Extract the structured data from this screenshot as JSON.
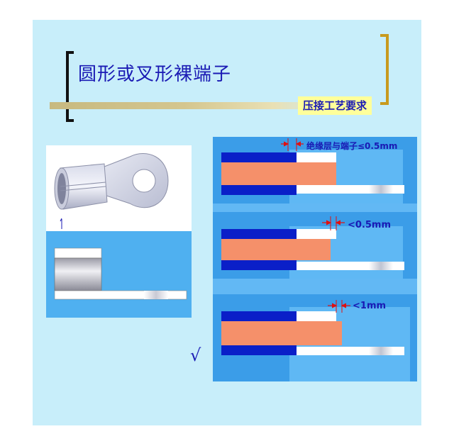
{
  "slide": {
    "title": "圆形或叉形裸端子",
    "badge": "压接工艺要求",
    "check_mark": "√"
  },
  "diagrams": {
    "d1_label": "绝缘层与端子≤0.5mm",
    "d2_label": "<0.5mm",
    "d3_label": "<1mm"
  },
  "colors": {
    "background": "#c8eefa",
    "title": "#1a1ab4",
    "insulation": "#0a1fc8",
    "conductor": "#f5906a",
    "terminal": "#ffffff",
    "panel": "#62b8f4",
    "badge": "#ffff9a",
    "bracket_left": "#111111",
    "bracket_right": "#c89a1e"
  }
}
